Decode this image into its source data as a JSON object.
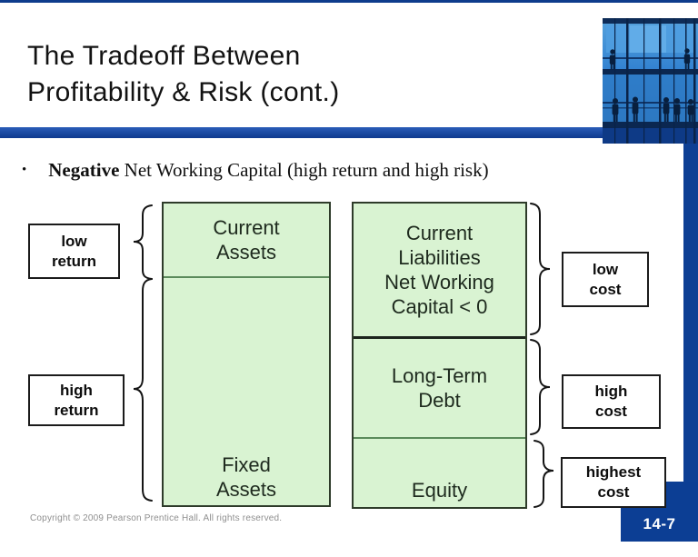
{
  "colors": {
    "accent_navy": "#0d3f94",
    "bar_blue_top": "#2a5cb8",
    "column_green": "#d9f3d2",
    "divider_green": "#5b8a5b"
  },
  "header": {
    "title": "The Tradeoff Between\nProfitability & Risk (cont.)"
  },
  "bullet": {
    "marker": "•",
    "lead": "Negative",
    "text": " Net Working Capital (high return and high risk)"
  },
  "diagram": {
    "left_column": {
      "top": "Current\nAssets",
      "bottom": "Fixed\nAssets"
    },
    "right_column": {
      "top": "Current\nLiabilities\nNet Working\nCapital < 0",
      "middle": "Long-Term\nDebt",
      "bottom": "Equity"
    },
    "side_labels": {
      "low_return": "low\nreturn",
      "high_return": "high\nreturn",
      "low_cost": "low\ncost",
      "high_cost": "high\ncost",
      "highest_cost": "highest\ncost"
    }
  },
  "footer": {
    "copyright": "Copyright © 2009 Pearson Prentice Hall. All rights reserved.",
    "slide_number": "14-7"
  }
}
